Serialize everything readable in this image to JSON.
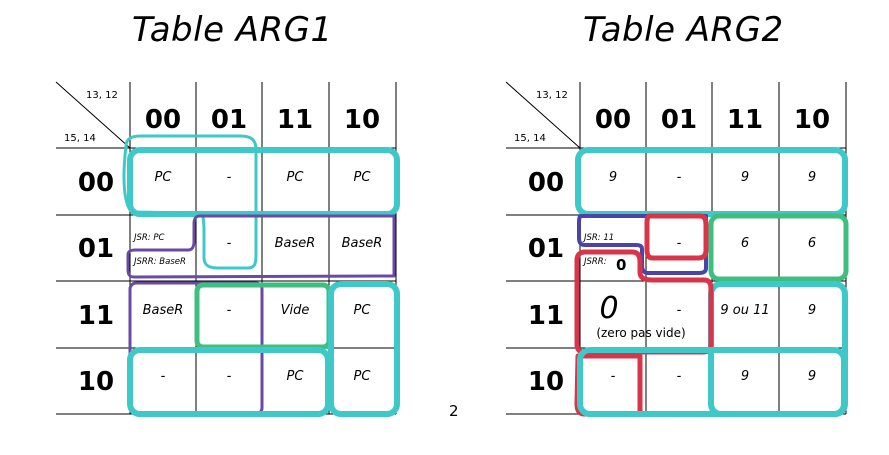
{
  "titles": {
    "table1": "Table ARG1",
    "table2": "Table ARG2"
  },
  "page_number": "2",
  "colors": {
    "teal": "#3ec8c8",
    "purple": "#6a4aa6",
    "green": "#3fbf7f",
    "red": "#d8354a",
    "blue": "#4a44a8",
    "grid": "#000000"
  },
  "axis_labels": {
    "top_vars": "13, 12",
    "side_vars": "15, 14"
  },
  "col_headers": [
    "00",
    "01",
    "11",
    "10"
  ],
  "row_headers": [
    "00",
    "01",
    "11",
    "10"
  ],
  "table1": {
    "cells": [
      [
        "PC",
        "-",
        "PC",
        "PC"
      ],
      [
        "",
        "-",
        "BaseR",
        "BaseR"
      ],
      [
        "BaseR",
        "-",
        "Vide",
        "PC"
      ],
      [
        "-",
        "-",
        "PC",
        "PC"
      ]
    ],
    "jsr": "JSR: PC",
    "jsrr": "JSRR: BaseR"
  },
  "table2": {
    "cells": [
      [
        "9",
        "-",
        "9",
        "9"
      ],
      [
        "",
        "-",
        "6",
        "6"
      ],
      [
        "",
        "-",
        "9 ou 11",
        "9"
      ],
      [
        "-",
        "-",
        "9",
        "9"
      ]
    ],
    "jsr": "JSR: 11",
    "jsrr": "JSRR:",
    "jsrr_value": "0",
    "zero_digit": "0",
    "zero_note": "(zero pas vide)"
  }
}
